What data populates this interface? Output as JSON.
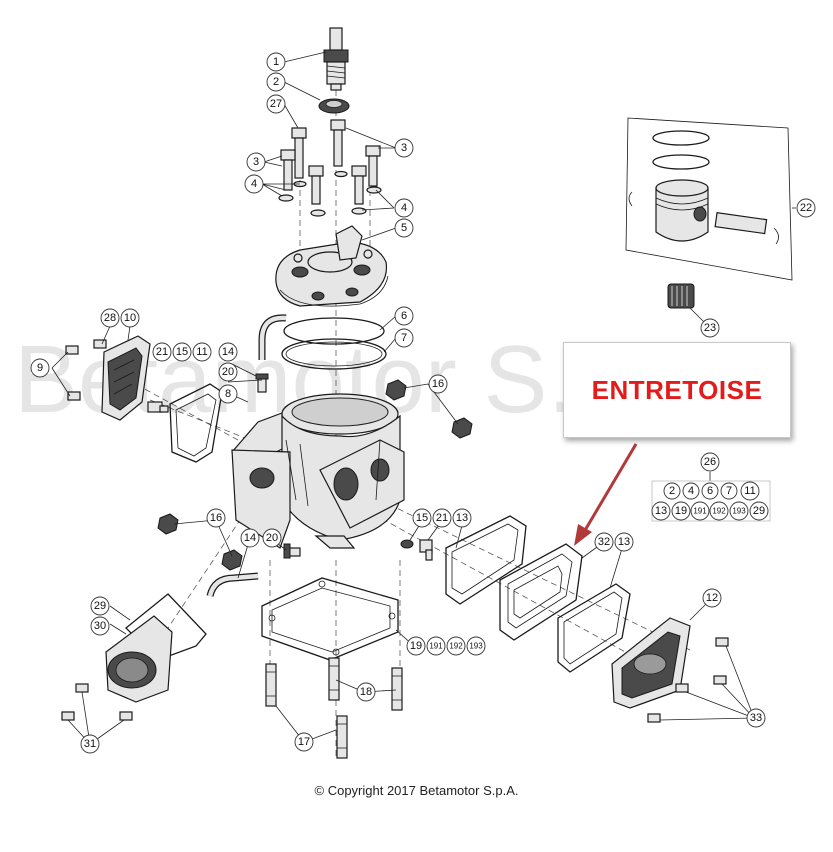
{
  "watermark": "Betamotor S.p.A.",
  "annotation": {
    "label": "ENTRETOISE",
    "color": "#e31b1b",
    "arrow_color": "#b03a3a"
  },
  "copyright": "© Copyright 2017 Betamotor S.p.A.",
  "callouts": {
    "c1": "1",
    "c2": "2",
    "c27": "27",
    "c3a": "3",
    "c3b": "3",
    "c4a": "4",
    "c4b": "4",
    "c5": "5",
    "c6": "6",
    "c7": "7",
    "c8": "8",
    "c9": "9",
    "c10": "10",
    "c28": "28",
    "c21a": "21",
    "c15a": "15",
    "c11": "11",
    "c14a": "14",
    "c20a": "20",
    "c16a": "16",
    "c16b": "16",
    "c14b": "14",
    "c20b": "20",
    "c15b": "15",
    "c21b": "21",
    "c13a": "13",
    "c32": "32",
    "c13b": "13",
    "c12": "12",
    "c22": "22",
    "c23": "23",
    "c26": "26",
    "c29": "29",
    "c30": "30",
    "c31": "31",
    "c17": "17",
    "c18": "18",
    "c19": "19",
    "c191": "191",
    "c192": "192",
    "c193": "193",
    "c33": "33"
  },
  "kit_26": {
    "row1": [
      "2",
      "4",
      "6",
      "7",
      "11"
    ],
    "row2": [
      "13",
      "19",
      "191",
      "192",
      "193",
      "29"
    ]
  },
  "icons": {
    "spark_plug": "spark-plug-icon",
    "piston": "piston-icon",
    "cylinder": "cylinder-icon",
    "head": "cylinder-head-icon"
  }
}
